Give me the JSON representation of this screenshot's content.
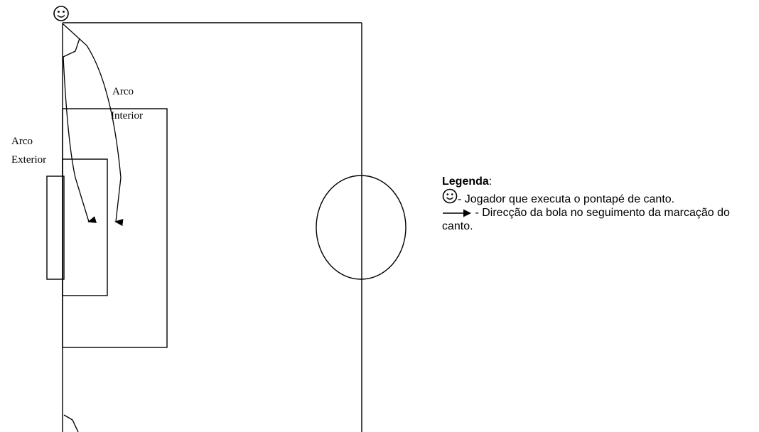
{
  "diagram": {
    "label_inner_line1": "Arco",
    "label_inner_line2": "Interior",
    "label_outer_line1": "Arco",
    "label_outer_line2": "Exterior",
    "player_icon": "smiley-icon",
    "arrow_icon": "arrow-right-icon"
  },
  "legend": {
    "title": "Legenda",
    "title_suffix": ":",
    "player_text": "- Jogador que executa o pontapé de canto.",
    "arrow_text": "- Direcção da bola no seguimento da marcação do canto."
  }
}
